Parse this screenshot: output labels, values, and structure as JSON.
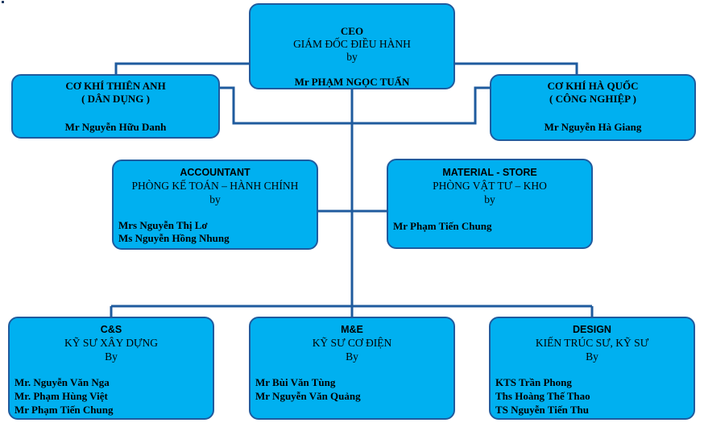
{
  "ceo": {
    "title": "CEO",
    "subtitle": "GIÁM ĐỐC ĐIỀU HÀNH",
    "by": "by",
    "name": "Mr PHẠM NGỌC TUẤN"
  },
  "branch_left": {
    "title": "CƠ KHÍ THIÊN ANH",
    "subtitle": "( DÂN DỤNG )",
    "name": "Mr Nguyễn Hữu Danh"
  },
  "branch_right": {
    "title": "CƠ KHÍ HÀ QUỐC",
    "subtitle": "( CÔNG NGHIỆP )",
    "name": "Mr Nguyễn Hà Giang"
  },
  "accountant": {
    "title": "ACCOUNTANT",
    "subtitle": "PHÒNG KẾ TOÁN – HÀNH CHÍNH",
    "by": "by",
    "names": [
      "Mrs Nguyễn Thị Lơ",
      "Ms Nguyễn Hồng Nhung"
    ]
  },
  "material": {
    "title": "MATERIAL - STORE",
    "subtitle": "PHÒNG VẬT TƯ – KHO",
    "by": "by",
    "names": [
      "Mr Phạm Tiến Chung"
    ]
  },
  "cs": {
    "title": "C&S",
    "subtitle": "KỸ SƯ XÂY DỰNG",
    "by": "By",
    "names": [
      "Mr. Nguyễn Văn Nga",
      "Mr. Phạm Hùng Việt",
      "Mr Phạm Tiến Chung"
    ]
  },
  "me": {
    "title": "M&E",
    "subtitle": "KỸ SƯ CƠ ĐIỆN",
    "by": "By",
    "names": [
      "Mr Bùi Văn Tùng",
      "Mr Nguyễn Văn Quảng"
    ]
  },
  "design": {
    "title": "DESIGN",
    "subtitle": "KIẾN TRÚC SƯ, KỸ SƯ",
    "by": "By",
    "names": [
      "KTS Trần Phong",
      "Ths Hoàng Thế Thao",
      "TS Nguyễn Tiến Thu"
    ]
  },
  "colors": {
    "box_fill": "#00b0f0",
    "box_border": "#1f5b9e",
    "connector": "#1f5b9e"
  }
}
